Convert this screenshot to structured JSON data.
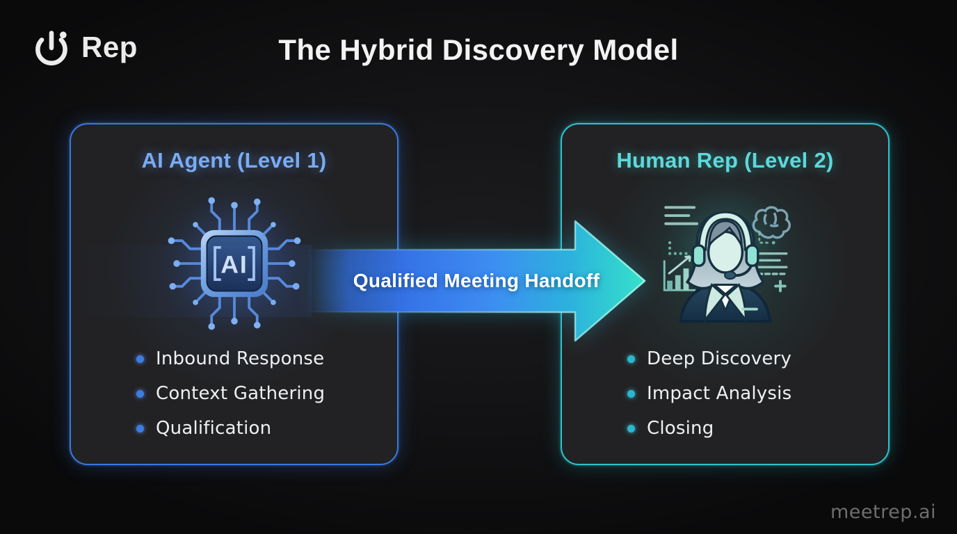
{
  "meta": {
    "background_color": "#141416",
    "watermark": "meetrep.ai"
  },
  "header": {
    "brand": "Rep",
    "brand_icon": "power-icon",
    "title": "The Hybrid Discovery Model"
  },
  "arrow": {
    "label": "Qualified Meeting Handoff",
    "color_start": "#3165d0",
    "color_mid": "#3d8df2",
    "color_end": "#35e2c9"
  },
  "boxes": [
    {
      "title": "AI Agent (Level 1)",
      "icon": "ai-chip-icon",
      "accent_color": "#79acf2",
      "border_color": "#3b78e0",
      "bullet_color": "#3e7de0",
      "items": [
        "Inbound Response",
        "Context Gathering",
        "Qualification"
      ]
    },
    {
      "title": "Human Rep (Level 2)",
      "icon": "human-rep-icon",
      "accent_color": "#5ed8da",
      "border_color": "#2fc2ce",
      "bullet_color": "#2ab8d0",
      "items": [
        "Deep Discovery",
        "Impact Analysis",
        "Closing"
      ]
    }
  ]
}
